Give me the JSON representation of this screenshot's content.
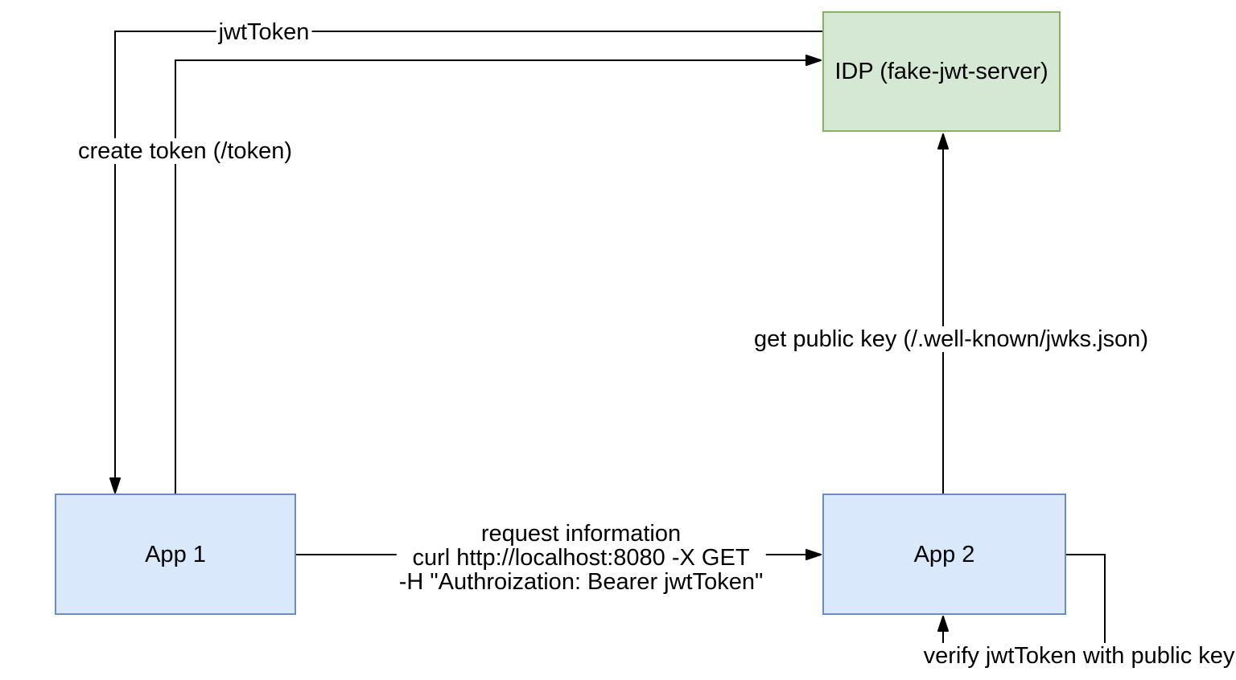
{
  "diagram": {
    "background_color": "#ffffff",
    "line_color": "#000000",
    "text_color": "#000000",
    "nodes": {
      "idp": {
        "label": "IDP (fake-jwt-server)",
        "fill": "#d5e8d4",
        "stroke": "#82b366"
      },
      "app1": {
        "label": "App 1",
        "fill": "#dae8fc",
        "stroke": "#6c8ebf"
      },
      "app2": {
        "label": "App 2",
        "fill": "#dae8fc",
        "stroke": "#6c8ebf"
      }
    },
    "edges": {
      "jwt_token": {
        "label": "jwtToken",
        "from": "IDP (fake-jwt-server)",
        "to": "App 1"
      },
      "create_token": {
        "label": "create token (/token)",
        "from": "App 1",
        "to": "IDP (fake-jwt-server)"
      },
      "get_public_key": {
        "label": "get public key (/.well-known/jwks.json)",
        "from": "App 2",
        "to": "IDP (fake-jwt-server)"
      },
      "request_information": {
        "label_lines": [
          "request information",
          "curl http://localhost:8080 -X GET",
          "-H \"Authroization: Bearer jwtToken\""
        ],
        "from": "App 1",
        "to": "App 2"
      },
      "verify_token": {
        "label": "verify jwtToken with public key",
        "from": "App 2",
        "to": "App 2"
      }
    }
  }
}
